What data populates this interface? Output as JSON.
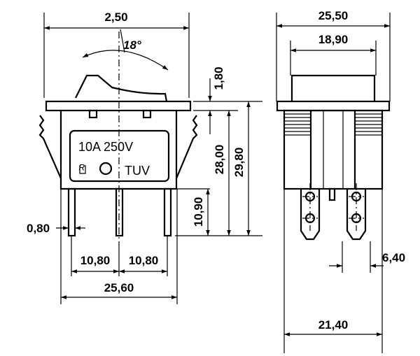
{
  "front_view": {
    "top_width": "2,50",
    "angle": "18°",
    "height_cap": "1,80",
    "height_body": "28,00",
    "height_total": "29,80",
    "height_terminal": "10,90",
    "terminal_thickness": "0,80",
    "pitch_left": "10,80",
    "pitch_right": "10,80",
    "overall_width": "25,60",
    "rating_text": "10A 250V",
    "cert_text": "TUV"
  },
  "side_view": {
    "top_width": "25,50",
    "cap_width": "18,90",
    "terminal_width": "6,40",
    "bottom_width": "21,40"
  }
}
